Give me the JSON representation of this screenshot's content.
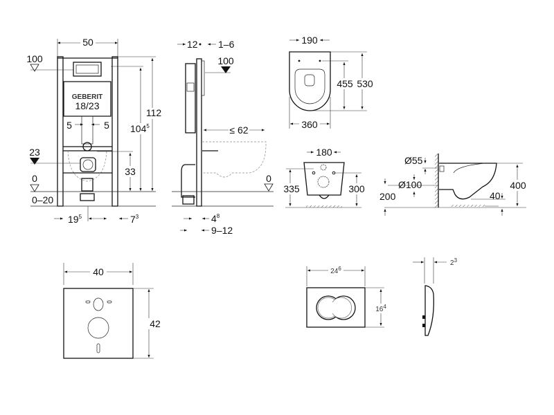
{
  "frame_front": {
    "width": "50",
    "level_top": "100",
    "height_total": "112",
    "height_flush": {
      "main": "104",
      "sup": "5"
    },
    "flush_volume": "18/23",
    "offset_left": "5",
    "offset_right": "5",
    "level_23": "23",
    "height_33": "33",
    "level_0": "0",
    "floor_range": "0–20",
    "bottom_left": {
      "main": "19",
      "sup": "5"
    },
    "bottom_right": {
      "main": "7",
      "sup": "3"
    }
  },
  "frame_side": {
    "depth_12": "12",
    "range_1_6": "1–6",
    "level_100": "100",
    "bowl_max": "≤ 62",
    "level_0": "0",
    "bottom_a": {
      "main": "4",
      "sup": "8"
    },
    "bottom_b": "9–12"
  },
  "bowl_top": {
    "seat_holes": "190",
    "holes_depth": "455",
    "length": "530",
    "width": "360"
  },
  "bowl_front": {
    "bolt_spacing": "180",
    "height_left": "335",
    "height_right": "300"
  },
  "bowl_side": {
    "inlet": "Ø55",
    "outlet": "Ø100",
    "outlet_height": "200",
    "height": "400",
    "water_level": "40"
  },
  "sound_pad": {
    "width": "40",
    "height": "42"
  },
  "flush_plate": {
    "width": {
      "main": "24",
      "sup": "6"
    },
    "height": {
      "main": "16",
      "sup": "4"
    },
    "depth": {
      "main": "2",
      "sup": "3"
    }
  }
}
